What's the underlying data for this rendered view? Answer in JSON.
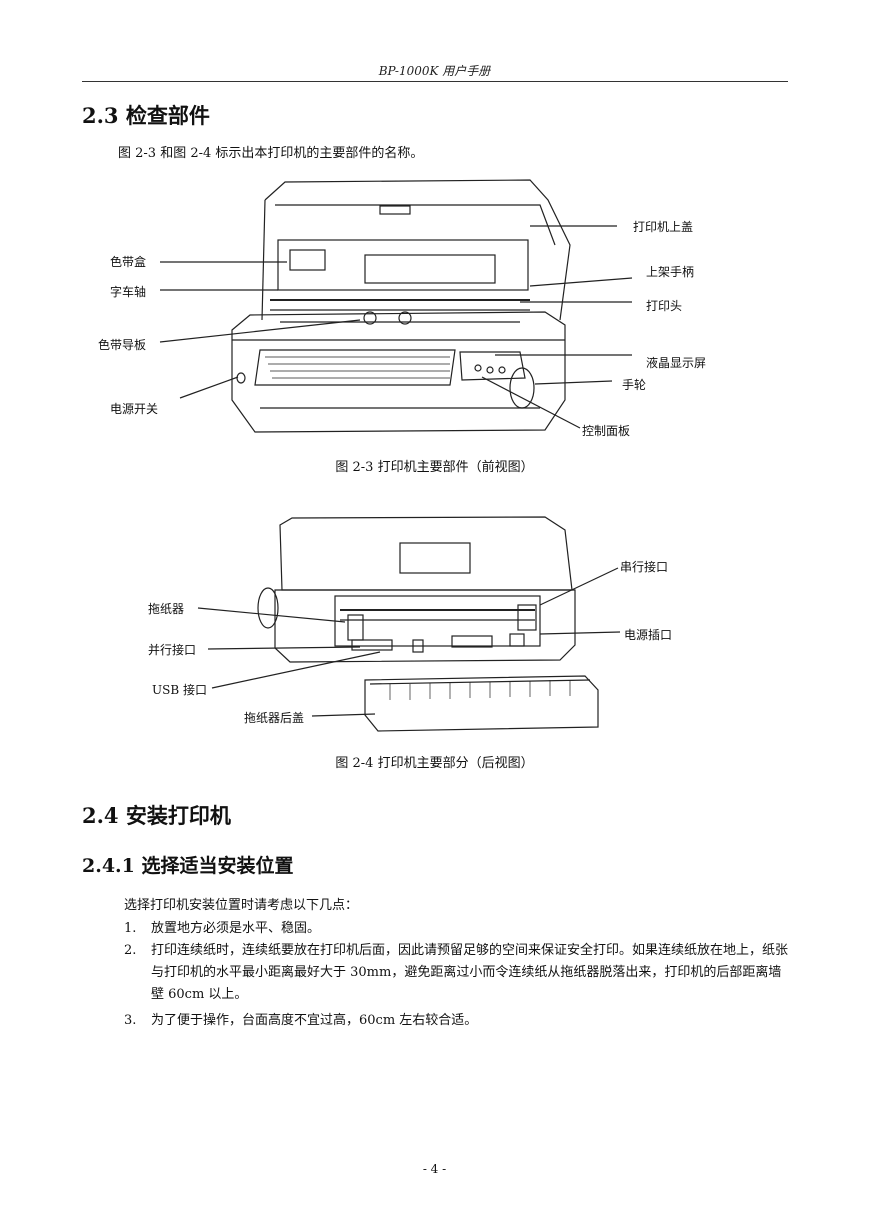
{
  "header": {
    "title": "BP-1000K 用户手册"
  },
  "section_2_3": {
    "heading": "2.3 检查部件",
    "intro": "图 2-3 和图 2-4 标示出本打印机的主要部件的名称。"
  },
  "figure_front": {
    "labels": {
      "top_cover": "打印机上盖",
      "ribbon_cartridge": "色带盒",
      "carriage_shaft": "字车轴",
      "loading_handle": "上架手柄",
      "print_head": "打印头",
      "ribbon_guide": "色带导板",
      "lcd": "液晶显示屏",
      "knob": "手轮",
      "power_switch": "电源开关",
      "control_panel": "控制面板"
    },
    "caption": "图 2-3 打印机主要部件（前视图）"
  },
  "figure_rear": {
    "labels": {
      "serial_port": "串行接口",
      "tractor": "拖纸器",
      "power_socket": "电源插口",
      "parallel_port": "并行接口",
      "usb_port": "USB 接口",
      "tractor_cover": "拖纸器后盖"
    },
    "caption": "图 2-4 打印机主要部分（后视图）"
  },
  "section_2_4": {
    "heading": "2.4 安装打印机"
  },
  "section_2_4_1": {
    "heading": "2.4.1 选择适当安装位置",
    "intro": "选择打印机安装位置时请考虑以下几点：",
    "items": [
      {
        "num": "1.",
        "text": "放置地方必须是水平、稳固。"
      },
      {
        "num": "2.",
        "text": "打印连续纸时，连续纸要放在打印机后面，因此请预留足够的空间来保证安全打印。如果连续纸放在地上，纸张与打印机的水平最小距离最好大于 30mm，避免距离过小而令连续纸从拖纸器脱落出来，打印机的后部距离墙壁 60cm 以上。"
      },
      {
        "num": "3.",
        "text": "为了便于操作，台面高度不宜过高，60cm 左右较合适。"
      }
    ]
  },
  "footer": {
    "page": "- 4 -"
  }
}
